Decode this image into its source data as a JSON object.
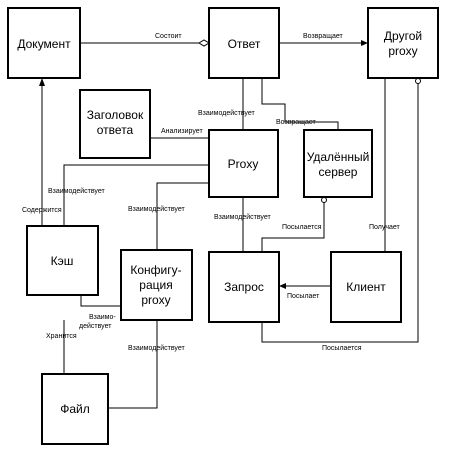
{
  "nodes": {
    "document": [
      "Документ"
    ],
    "response": [
      "Ответ"
    ],
    "other_proxy": [
      "Другой",
      "proxy"
    ],
    "response_header": [
      "Заголовок",
      "ответа"
    ],
    "proxy": [
      "Proxy"
    ],
    "remote_server": [
      "Удалённый",
      "сервер"
    ],
    "cache": [
      "Кэш"
    ],
    "proxy_config": [
      "Конфигу-",
      "рация",
      "proxy"
    ],
    "request": [
      "Запрос"
    ],
    "client": [
      "Клиент"
    ],
    "file": [
      "Файл"
    ]
  },
  "edges": {
    "doc_response": "Состоит",
    "response_other": "Возвращает",
    "proxy_response": "Взаимодействует",
    "header_proxy": "Анализирует",
    "remote_response": "Возвращает",
    "cache_proxy": "Взаимодействует",
    "cache_document": "Содержится",
    "config_proxy": "Взаимодействует",
    "proxy_request": "Взаимодействует",
    "request_remote": "Посылается",
    "client_other": "Получает",
    "client_request": "Посылает",
    "cache_config": [
      "Взаимо-",
      "действует"
    ],
    "cache_file": "Хранится",
    "file_config": "Взаимодействует",
    "request_other": "Посылается"
  }
}
